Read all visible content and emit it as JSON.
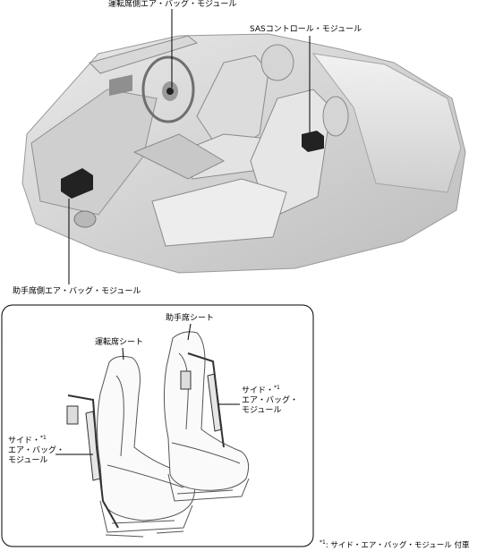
{
  "top_labels": {
    "driver_airbag": "運転席側エア・バッグ・モジュール",
    "sas_unit": "SASコントロール・モジュール",
    "passenger_airbag": "助手席側エア・バッグ・モジュール"
  },
  "seat_panel": {
    "passenger_seat": "助手席シート",
    "driver_seat": "運転席シート",
    "side_airbag_right": [
      "サイド・",
      "エア・バッグ・",
      "モジュール"
    ],
    "side_airbag_left": [
      "サイド・",
      "エア・バッグ・",
      "モジュール"
    ],
    "note_marker": "*1"
  },
  "footnote": {
    "marker": "*1",
    "text": ": サイド・エア・バッグ・モジュール 付車"
  }
}
